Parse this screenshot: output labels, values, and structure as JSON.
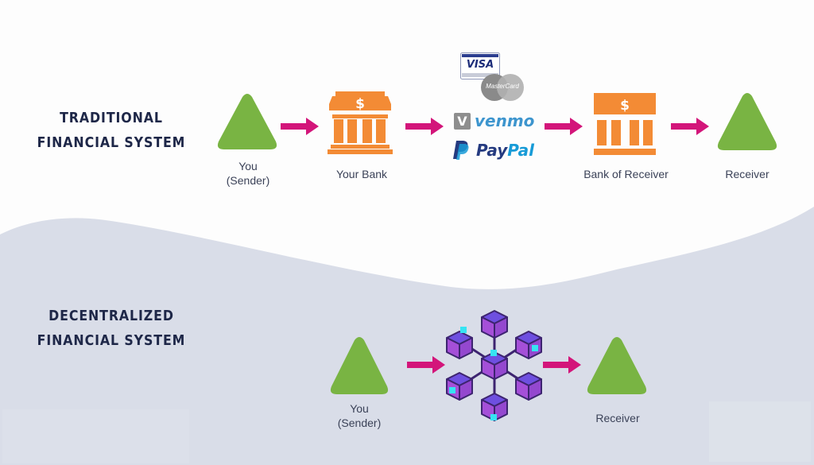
{
  "colors": {
    "triangle": "#79b443",
    "arrow": "#d3157a",
    "bank": "#f38b35",
    "title": "#1e2748",
    "label": "#3b4258",
    "lower_bg": "#d9dde8",
    "cube_top": "#6e4fe0",
    "cube_side": "#a54fd8",
    "cube_outline": "#3d2470",
    "node_dot": "#36e3f2",
    "venmo": "#3d95ce",
    "paypal_dark": "#253b80",
    "paypal_light": "#179bd7"
  },
  "traditional": {
    "title_line1": "TRADITIONAL",
    "title_line2": "FINANCIAL SYSTEM",
    "nodes": [
      {
        "id": "sender",
        "icon": "triangle-icon",
        "label_line1": "You",
        "label_line2": "(Sender)"
      },
      {
        "id": "your-bank",
        "icon": "bank-icon",
        "label_line1": "Your Bank"
      },
      {
        "id": "payment-processors",
        "icon": "payment-logos",
        "logos": [
          "VISA",
          "MasterCard",
          "venmo",
          "PayPal"
        ]
      },
      {
        "id": "bank-of-receiver",
        "icon": "bank-icon",
        "label_line1": "Bank of Receiver"
      },
      {
        "id": "receiver",
        "icon": "triangle-icon",
        "label_line1": "Receiver"
      }
    ],
    "logos": {
      "visa": "VISA",
      "mastercard": "MasterCard",
      "venmo_badge": "V",
      "venmo": "venmo",
      "paypal_pay": "Pay",
      "paypal_pal": "Pal",
      "paypal_badge": "P"
    },
    "bank_symbol": "$"
  },
  "decentralized": {
    "title_line1": "DECENTRALIZED",
    "title_line2": "FINANCIAL SYSTEM",
    "nodes": [
      {
        "id": "sender",
        "icon": "triangle-icon",
        "label_line1": "You",
        "label_line2": "(Sender)"
      },
      {
        "id": "blockchain",
        "icon": "blockchain-network-icon"
      },
      {
        "id": "receiver",
        "icon": "triangle-icon",
        "label_line1": "Receiver"
      }
    ]
  }
}
